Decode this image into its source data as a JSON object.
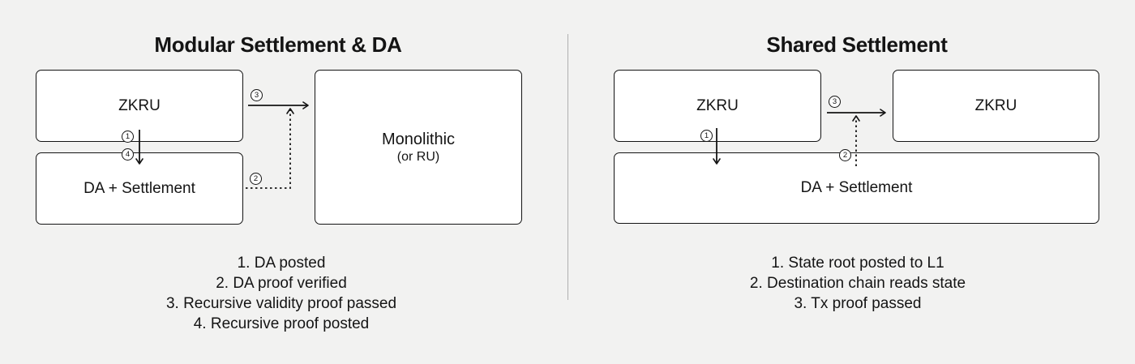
{
  "colors": {
    "background": "#f2f2f1",
    "box_fill": "#ffffff",
    "stroke": "#141414",
    "divider": "#b0b0b0",
    "text": "#141414"
  },
  "left_panel": {
    "title": "Modular Settlement & DA",
    "boxes": {
      "zkru": "ZKRU",
      "da_settlement": "DA + Settlement",
      "monolithic": "Monolithic",
      "monolithic_sub": "(or RU)"
    },
    "step_markers": {
      "s1": "1",
      "s2": "2",
      "s3": "3",
      "s4": "4"
    },
    "legend": [
      "1. DA posted",
      "2. DA proof verified",
      "3. Recursive validity proof passed",
      "4. Recursive proof posted"
    ]
  },
  "right_panel": {
    "title": "Shared Settlement",
    "boxes": {
      "zkru_left": "ZKRU",
      "zkru_right": "ZKRU",
      "da_settlement": "DA + Settlement"
    },
    "step_markers": {
      "s1": "1",
      "s2": "2",
      "s3": "3"
    },
    "legend": [
      "1. State root posted to L1",
      "2. Destination chain reads state",
      "3. Tx proof passed"
    ]
  }
}
